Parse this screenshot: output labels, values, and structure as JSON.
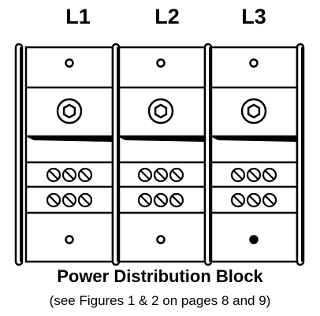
{
  "phases": [
    {
      "label": "L1"
    },
    {
      "label": "L2"
    },
    {
      "label": "L3"
    }
  ],
  "caption": {
    "title": "Power Distribution Block",
    "subtitle": "(see Figures 1 & 2 on pages 8 and 9)"
  },
  "colors": {
    "ink": "#000000",
    "paper": "#ffffff"
  },
  "icon_names": [
    "hex-bolt-icon",
    "mounting-hole-icon",
    "terminal-screw-icon"
  ]
}
